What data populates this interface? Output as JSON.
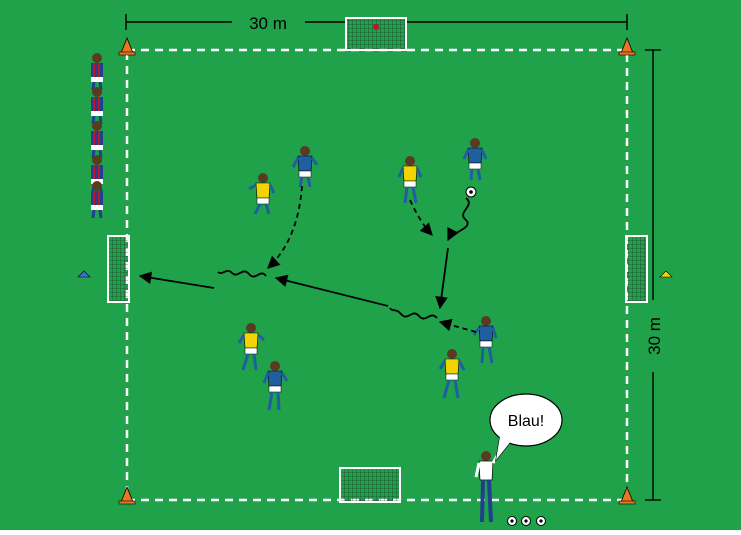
{
  "labels": {
    "top_dimension": "30 m",
    "side_dimension": "30 m",
    "coach_call": "Blau!"
  },
  "colors": {
    "field": "#1fa24a",
    "blue_team": "#1f5fa0",
    "yellow_bib": "#f2d400",
    "red_team": "#c8102e",
    "cone": "#e8761f",
    "line": "#ffffff"
  },
  "icons": {
    "goal": "goal-icon",
    "cone": "cone-icon",
    "ball": "ball-icon",
    "player": "player-icon"
  }
}
